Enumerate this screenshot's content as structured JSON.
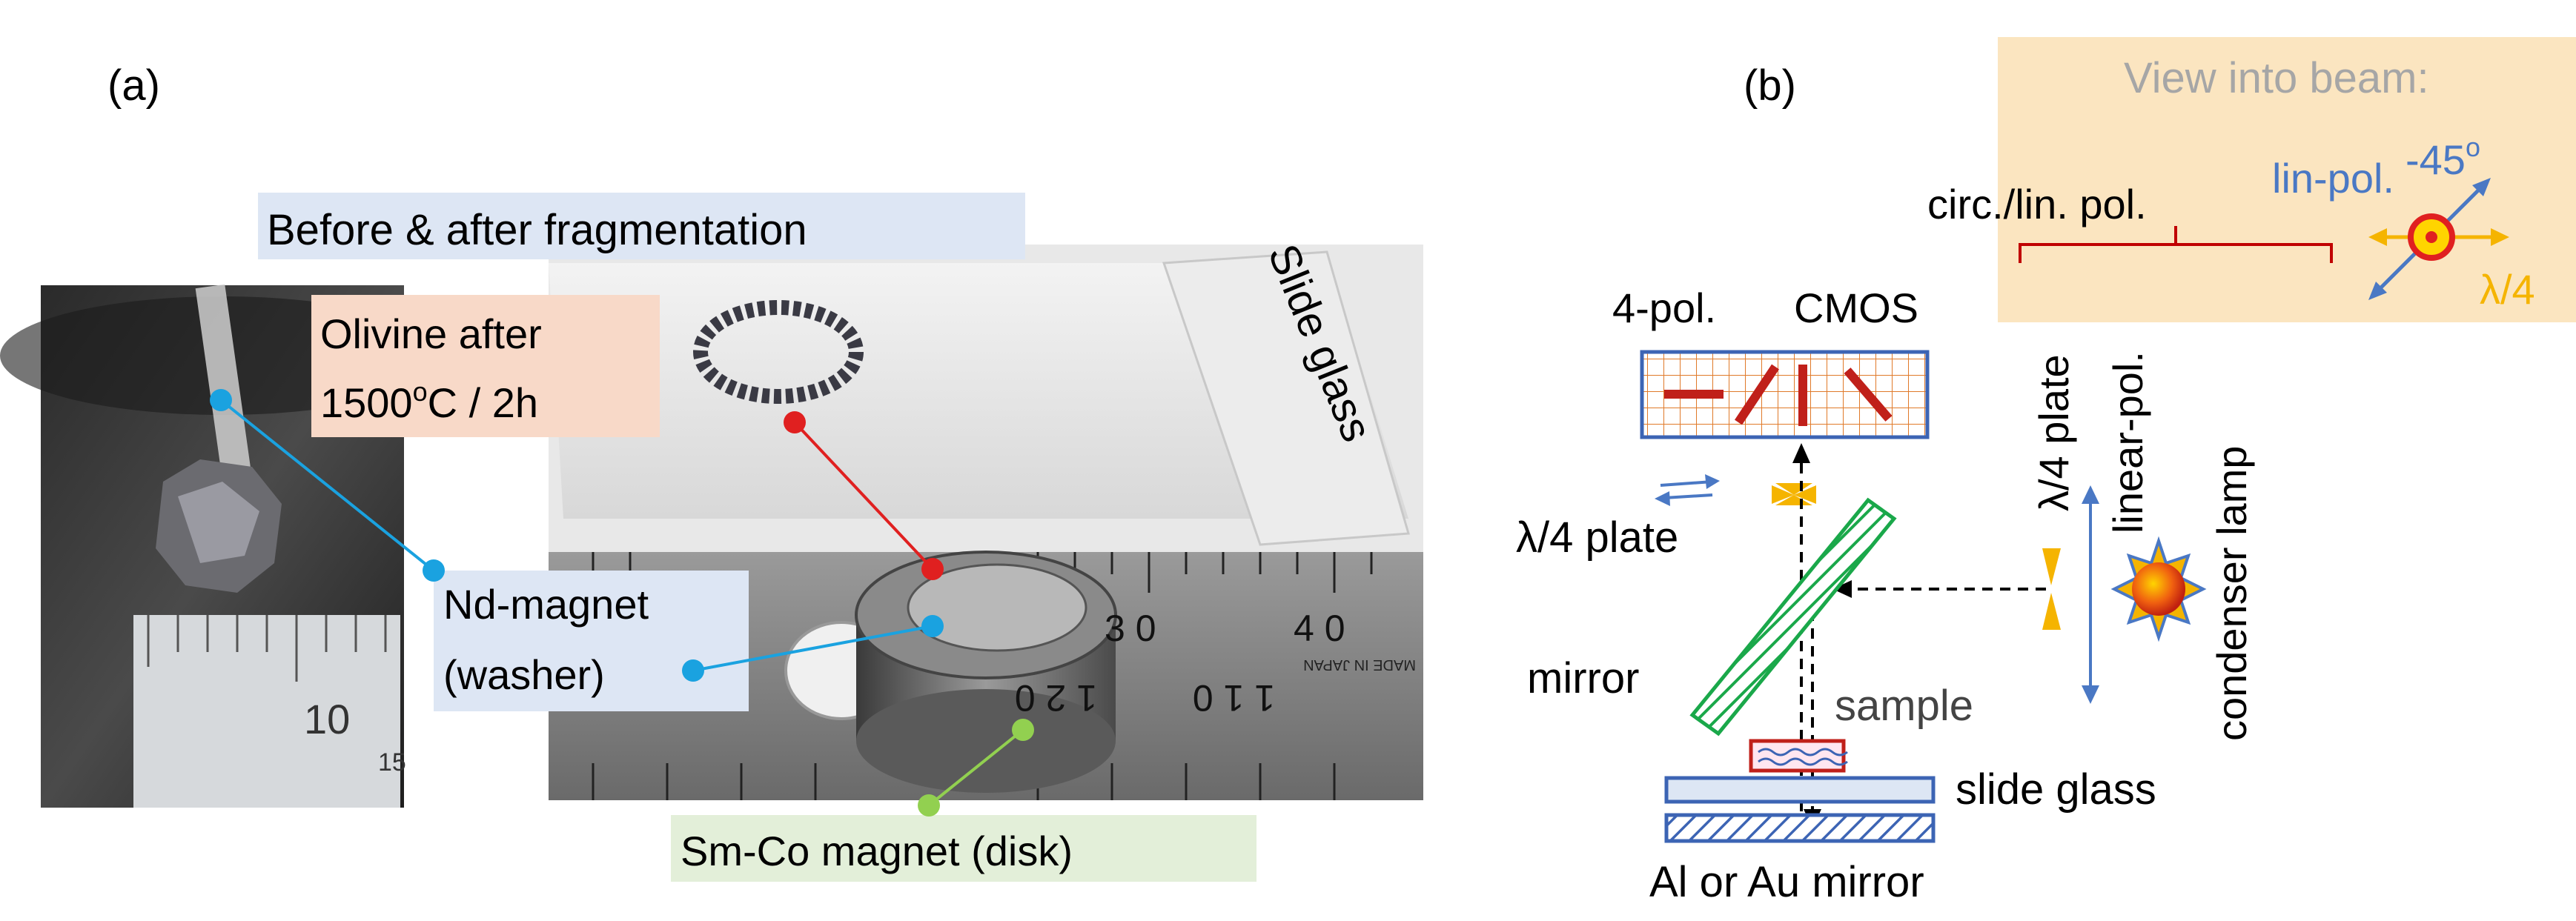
{
  "panel_a": {
    "label": "(a)",
    "header": "Before & after fragmentation",
    "olivine": "Olivine after",
    "olivine_temp_base": "1500",
    "olivine_temp_sup": "o",
    "olivine_temp_rest": "C / 2h",
    "nd_magnet_line1": "Nd-magnet",
    "nd_magnet_line2": "(washer)",
    "slide_glass": "Slide glass",
    "smco_magnet": "Sm-Co magnet (disk)",
    "ruler_left": [
      "10",
      "15"
    ],
    "ruler_right": [
      "3 0",
      "4 0",
      "1 2 0",
      "1 1 0"
    ],
    "ruler_brand": "MADE IN JAPAN"
  },
  "panel_b": {
    "label": "(b)",
    "view_title": "View into beam:",
    "lin_pol": "lin-pol.",
    "minus45_base": "-45",
    "minus45_sup": "o",
    "lambda4_inset": "λ/4",
    "circ_lin": "circ./lin. pol.",
    "four_pol": "4-pol.",
    "cmos": "CMOS",
    "lambda4_plate_left": "λ/4 plate",
    "lambda4_plate_vertical": "λ/4 plate",
    "linear_pol": "linear-pol.",
    "condenser_lamp": "condenser lamp",
    "mirror": "mirror",
    "sample": "sample",
    "slide_glass": "slide glass",
    "al_au_mirror": "Al or Au mirror"
  },
  "colors": {
    "inset_bg": "#fbe5c0",
    "label_blue": "#dde6f4",
    "label_orange": "#f8d9c8",
    "label_green": "#e3efd9",
    "pointer_blue": "#1aa2e0",
    "pointer_red": "#e02020",
    "pointer_green": "#92d050",
    "arrow_blue": "#4a78c4",
    "arrow_orange": "#f5b400",
    "mirror_green": "#1aa84a",
    "slide_blue": "#3c64b4",
    "grid_orange": "#e07a2a",
    "polarizer_red": "#c0201a",
    "inset_gray": "#a6a6a6"
  }
}
